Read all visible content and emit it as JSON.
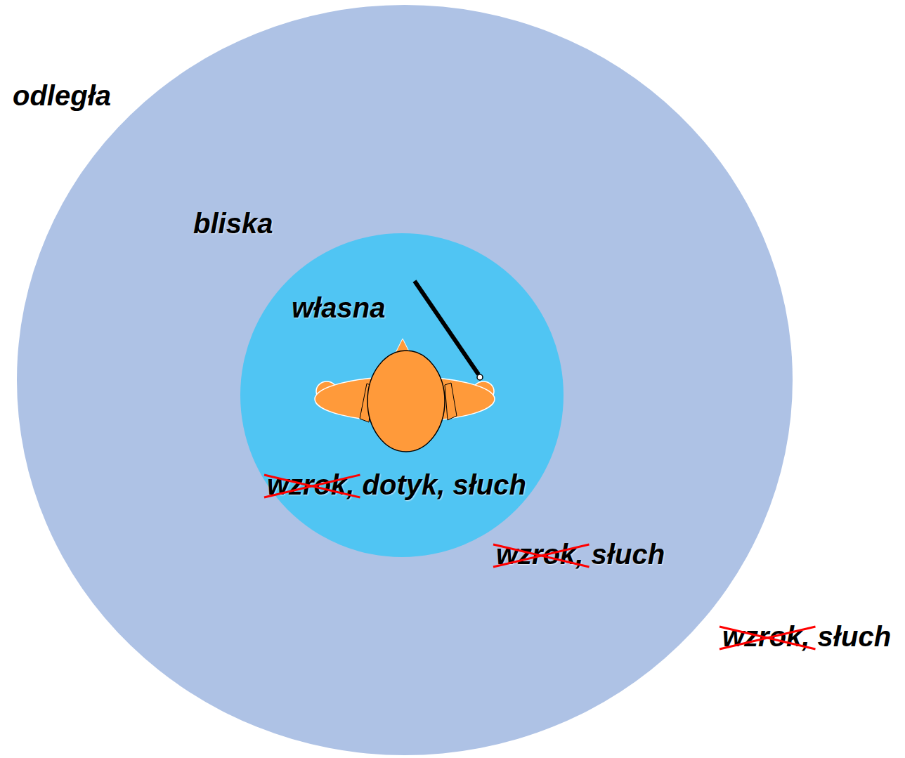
{
  "diagram": {
    "nodes": [
      {
        "text": [
          "bliska",
          "wzrok, słuch"
        ]
      },
      {
        "text": [
          "własna",
          "wzrok, dotyk, słuch"
        ],
        "in": 0
      }
    ],
    "labels": [
      "odległa",
      "wzrok, słuch"
    ]
  }
}
